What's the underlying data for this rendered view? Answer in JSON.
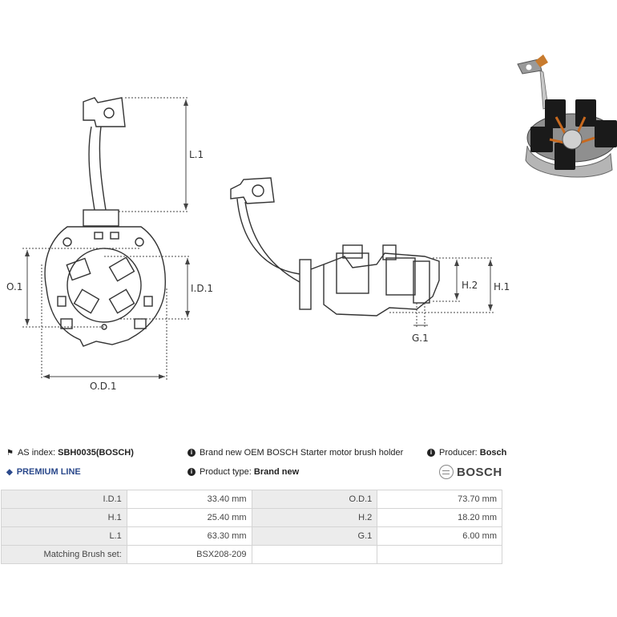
{
  "drawing": {
    "labels": {
      "l1": "L.1",
      "o1": "O.1",
      "id1": "I.D.1",
      "od1": "O.D.1",
      "h2": "H.2",
      "h1": "H.1",
      "g1": "G.1"
    }
  },
  "info": {
    "as_index_label": "AS index:",
    "as_index_value": "SBH0035(BOSCH)",
    "premium_line": "PREMIUM LINE",
    "description": "Brand new OEM BOSCH Starter motor brush holder",
    "product_type_label": "Product type:",
    "product_type_value": "Brand new",
    "producer_label": "Producer:",
    "producer_value": "Bosch",
    "brand_logo": "BOSCH"
  },
  "icons": {
    "tag": "tag-icon",
    "diamond": "diamond-icon",
    "info": "info-icon",
    "brand": "bosch-logo-icon"
  },
  "specs": [
    {
      "l1": "I.D.1",
      "v1": "33.40 mm",
      "l2": "O.D.1",
      "v2": "73.70 mm"
    },
    {
      "l1": "H.1",
      "v1": "25.40 mm",
      "l2": "H.2",
      "v2": "18.20 mm"
    },
    {
      "l1": "L.1",
      "v1": "63.30 mm",
      "l2": "G.1",
      "v2": "6.00 mm"
    },
    {
      "l1": "Matching Brush set:",
      "v1": "BSX208-209",
      "l2": "",
      "v2": ""
    }
  ]
}
